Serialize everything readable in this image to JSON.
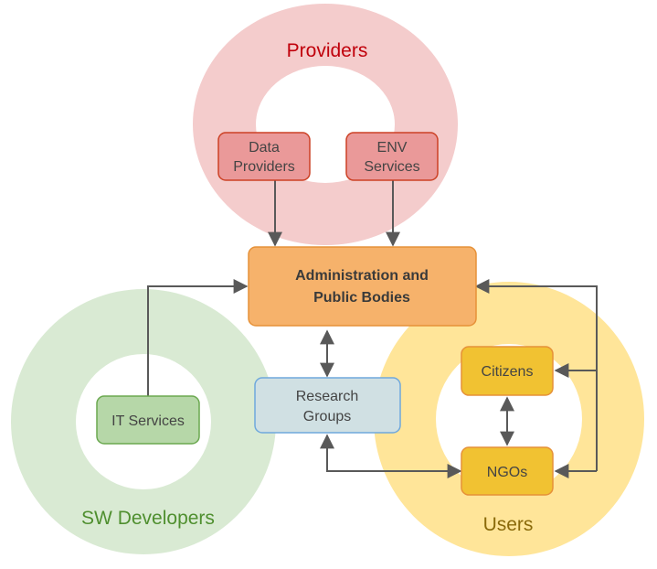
{
  "groups": {
    "providers": {
      "label": "Providers",
      "color": "#c0000b"
    },
    "sw_developers": {
      "label": "SW Developers",
      "color": "#4f8f2f"
    },
    "users": {
      "label": "Users",
      "color": "#8a6a0a"
    }
  },
  "nodes": {
    "data_providers": {
      "line1": "Data",
      "line2": "Providers"
    },
    "env_services": {
      "line1": "ENV",
      "line2": "Services"
    },
    "administration": {
      "line1": "Administration and",
      "line2": "Public Bodies"
    },
    "it_services": {
      "label": "IT Services"
    },
    "research_groups": {
      "line1": "Research",
      "line2": "Groups"
    },
    "citizens": {
      "label": "Citizens"
    },
    "ngos": {
      "label": "NGOs"
    }
  },
  "colors": {
    "providers_ring": "#f4cccc",
    "providers_node_fill": "#ea9999",
    "providers_node_stroke": "#cc4125",
    "sw_ring": "#d9ead3",
    "sw_node_fill": "#b6d7a8",
    "sw_node_stroke": "#6aa84f",
    "users_ring": "#ffe599",
    "users_node_fill": "#f1c232",
    "users_node_stroke": "#e69138",
    "admin_fill": "#f6b26b",
    "admin_stroke": "#e69138",
    "research_fill": "#d0e0e3",
    "research_stroke": "#6fa8dc",
    "arrow": "#595959"
  }
}
